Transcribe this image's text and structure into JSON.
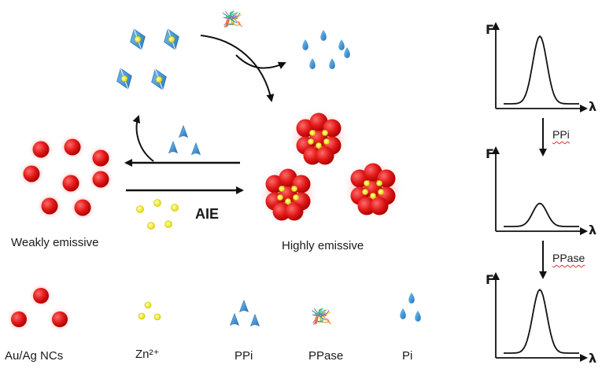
{
  "labels": {
    "aie": "AIE",
    "weakly": "Weakly emissive",
    "highly": "Highly emissive"
  },
  "legend": [
    {
      "id": "nc",
      "label": "Au/Ag NCs",
      "icon": "red-sphere-cluster-icon"
    },
    {
      "id": "zn",
      "label": "Zn²⁺",
      "icon": "yellow-dot-icon"
    },
    {
      "id": "ppi",
      "label": "PPi",
      "icon": "blue-triangle-icon"
    },
    {
      "id": "ppase",
      "label": "PPase",
      "icon": "enzyme-tangle-icon"
    },
    {
      "id": "pi",
      "label": "Pi",
      "icon": "blue-droplet-icon"
    }
  ],
  "spectra": {
    "y_axis": "F",
    "x_axis": "λ",
    "steps": [
      "PPi",
      "PPase"
    ],
    "peaks": [
      {
        "height": 1.0
      },
      {
        "height": 0.35
      },
      {
        "height": 0.95
      }
    ]
  },
  "colors": {
    "nc_red": "#e01818",
    "glow": "#ff6060",
    "zinc_yellow": "#f4ee1e",
    "ppi_blue": "#2f8fd6",
    "arrow": "#111111"
  }
}
